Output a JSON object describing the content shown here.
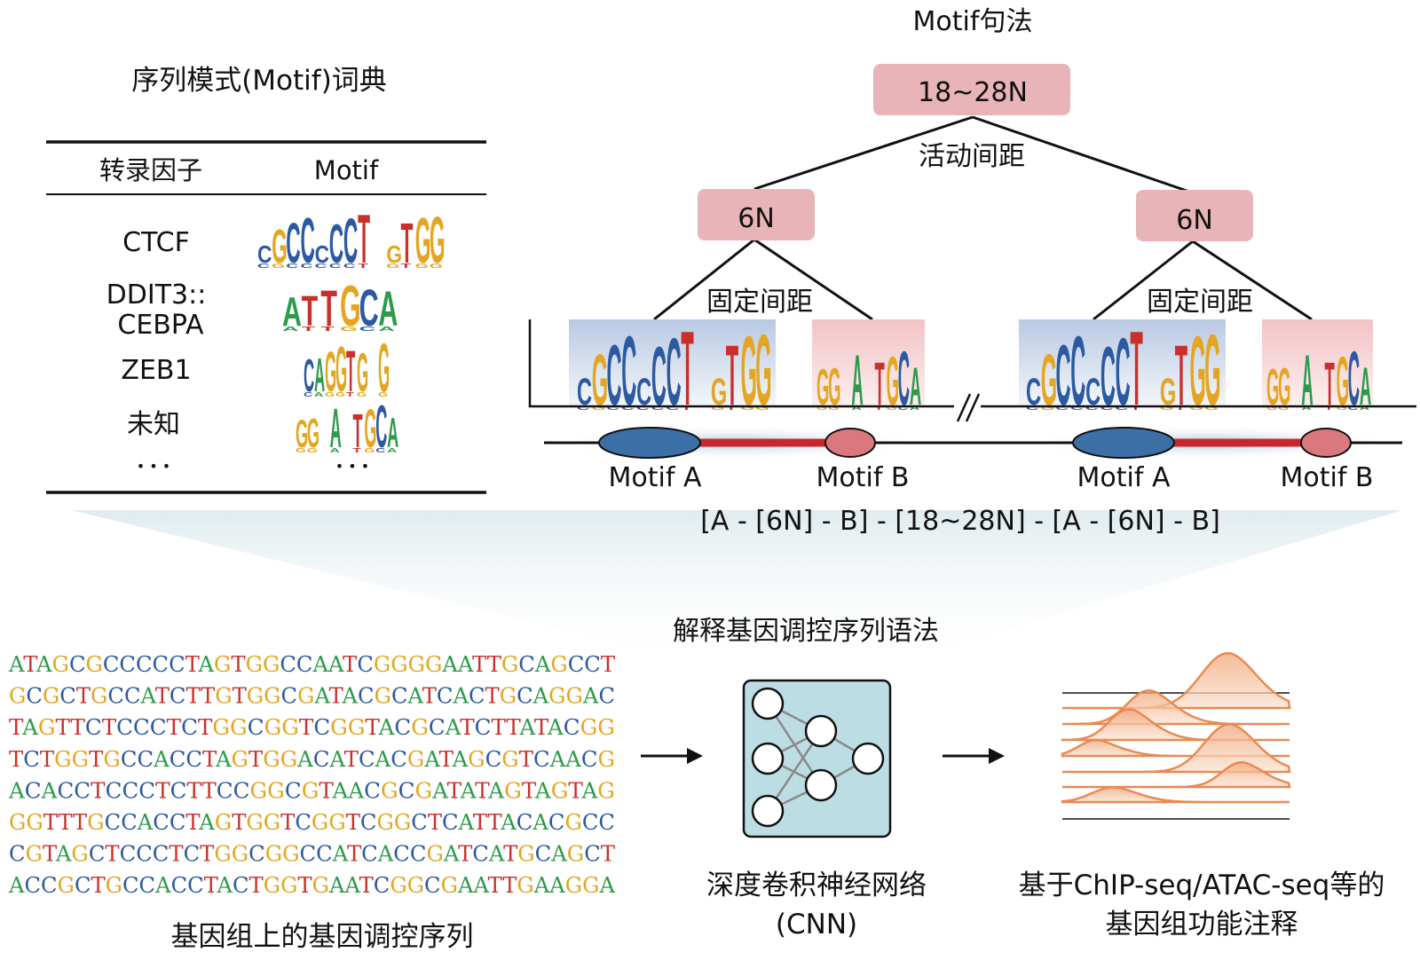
{
  "motif_dictionary": {
    "title": "序列模式(Motif)词典",
    "header": {
      "tf": "转录因子",
      "motif": "Motif"
    },
    "rows": [
      {
        "tf": "CTCF",
        "logo": "cGCCcCCT gTGG"
      },
      {
        "tf_line1": "DDIT3::",
        "tf_line2": "CEBPA",
        "logo": "ATTGCA"
      },
      {
        "tf": "ZEB1",
        "logo": "CAGGTG G"
      },
      {
        "tf": "未知",
        "logo": "GG A TGCA"
      }
    ],
    "ellipsis": "• • •"
  },
  "grammar": {
    "title": "Motif句法",
    "top_box": "18~28N",
    "active_label": "活动间距",
    "left_box": "6N",
    "right_box": "6N",
    "fixed_label_left": "固定间距",
    "fixed_label_right": "固定间距",
    "logo_a": "cGCCcCCT gTGG",
    "logo_b": "GG A TGCA",
    "labels": {
      "a1": "Motif A",
      "b1": "Motif B",
      "a2": "Motif A",
      "b2": "Motif B"
    },
    "formula": "[A - [6N] - B] - [18~28N] - [A - [6N] - B]",
    "colors": {
      "box": "#e8b4b8",
      "motif_a": "#3c6fa6",
      "motif_b": "#d9787d",
      "dna_red": "#c8282d"
    }
  },
  "bottom": {
    "cnn_title": "解释基因调控序列语法",
    "sequences": [
      "ATAGCGCCCCCTAGTGGCCAATCGGGGAATTGCAGCCT",
      "GCGCTGCCATCTTGTGGCGATACGCATCACTGCAGGAC",
      "TAGTTCTCCCTCTGGCGGTCGGTACGCATCTTATACGG",
      "TCTGGTGCCACCTAGTGGACATCACGATAGCGTCAACG",
      "ACACCTCCCTCTTCCGGCGTAACGCGATATAGTAGTAG",
      "GGTTTGCCACCTAGTGGTCGGTCGGCTCATTACACGCC",
      "CGTAGCTCCCTCTGGCGGCCATCACCGATCATGCAGCT",
      "ACCGCTGCCACCTACTGGTGAATCGGCGAATTGAAGGA"
    ],
    "base_colors": {
      "A": "#2e9a4c",
      "C": "#2c5aa0",
      "G": "#e3a623",
      "T": "#c9302c"
    },
    "seq_caption": "基因组上的基因调控序列",
    "cnn_caption_line1": "深度卷积神经网络",
    "cnn_caption_line2": "(CNN)",
    "annot_caption_line1": "基于ChIP-seq/ATAC-seq等的",
    "annot_caption_line2": "基因组功能注释",
    "colors": {
      "nn_box": "#bcdde3",
      "peak": "#e98a52"
    }
  }
}
